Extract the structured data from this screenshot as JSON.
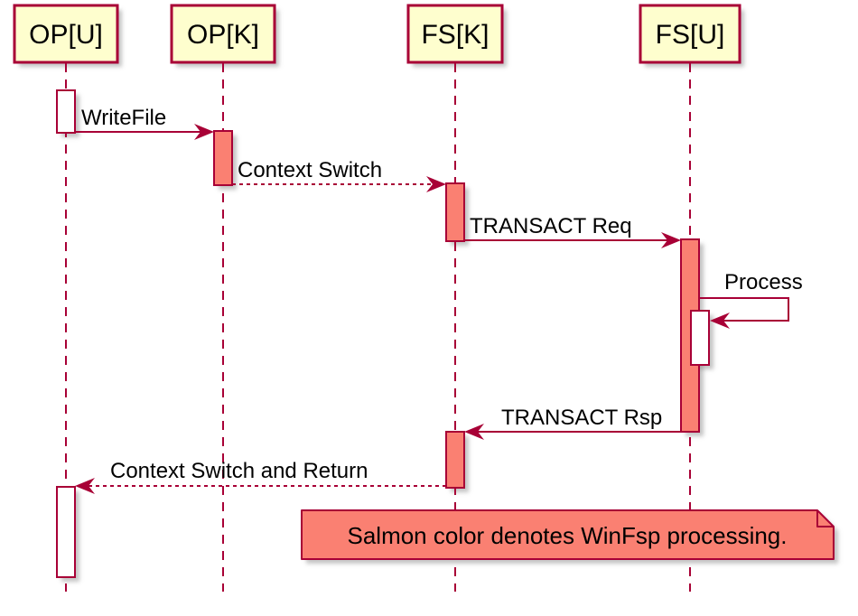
{
  "diagram_type": "uml-sequence",
  "participants": [
    {
      "label": "OP[U]"
    },
    {
      "label": "OP[K]"
    },
    {
      "label": "FS[K]"
    },
    {
      "label": "FS[U]"
    }
  ],
  "messages": [
    {
      "label": "WriteFile",
      "from": "OP[U]",
      "to": "OP[K]",
      "line": "solid"
    },
    {
      "label": "Context Switch",
      "from": "OP[K]",
      "to": "FS[K]",
      "line": "dashed"
    },
    {
      "label": "TRANSACT Req",
      "from": "FS[K]",
      "to": "FS[U]",
      "line": "solid"
    },
    {
      "label": "Process",
      "from": "FS[U]",
      "to": "FS[U]",
      "line": "self"
    },
    {
      "label": "TRANSACT Rsp",
      "from": "FS[U]",
      "to": "FS[K]",
      "line": "solid"
    },
    {
      "label": "Context Switch and Return",
      "from": "FS[K]",
      "to": "OP[U]",
      "line": "dashed"
    }
  ],
  "note": {
    "text": "Salmon color denotes WinFsp processing."
  },
  "colors": {
    "participant_fill": "#FEFECE",
    "line": "#A80036",
    "salmon": "#FA8072",
    "activation_plain": "#FFFFFF",
    "text": "#000000",
    "background": "#FFFFFF",
    "shadow": "#8A8A8A"
  }
}
